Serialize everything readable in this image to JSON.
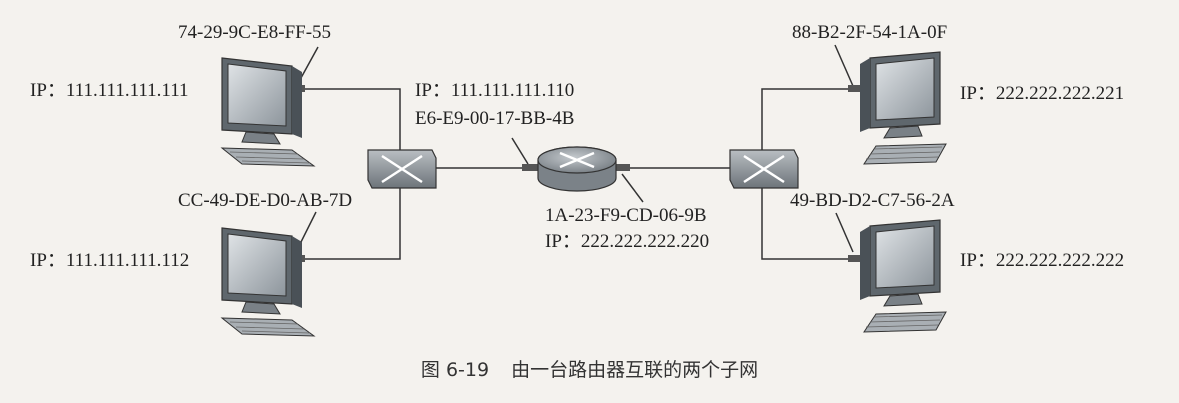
{
  "hosts": [
    {
      "mac": "74-29-9C-E8-FF-55",
      "ip_label": "IP：",
      "ip": "111.111.111.111"
    },
    {
      "mac": "CC-49-DE-D0-AB-7D",
      "ip_label": "IP：",
      "ip": "111.111.111.112"
    },
    {
      "mac": "88-B2-2F-54-1A-0F",
      "ip_label": "IP：",
      "ip": "222.222.222.221"
    },
    {
      "mac": "49-BD-D2-C7-56-2A",
      "ip_label": "IP：",
      "ip": "222.222.222.222"
    }
  ],
  "router": {
    "left_ip_label": "IP：",
    "left_ip": "111.111.111.110",
    "left_mac": "E6-E9-00-17-BB-4B",
    "right_mac": "1A-23-F9-CD-06-9B",
    "right_ip_label": "IP：",
    "right_ip": "222.222.222.220"
  },
  "caption": {
    "number": "图 6-19",
    "text": "由一台路由器互联的两个子网"
  }
}
